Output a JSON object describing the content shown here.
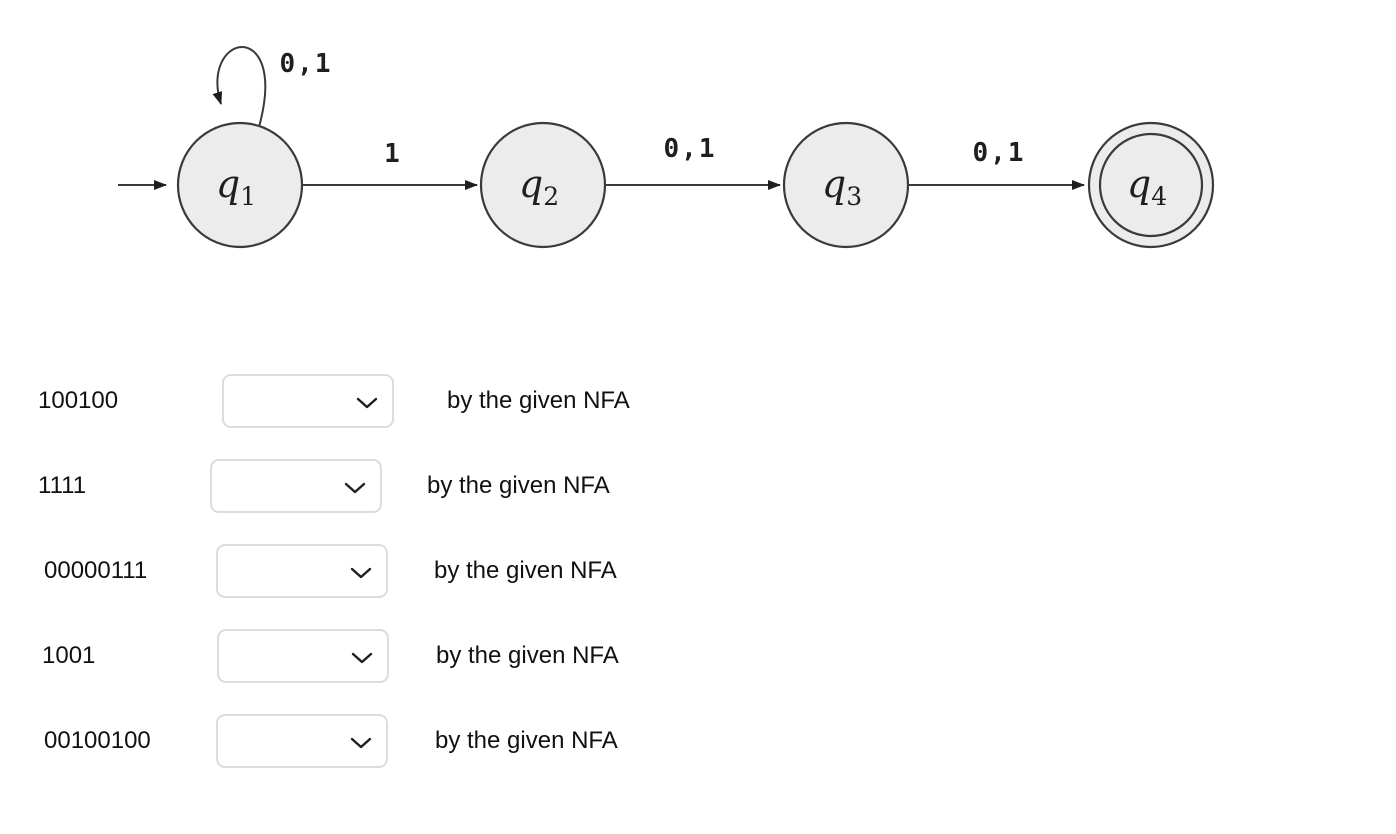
{
  "diagram": {
    "type": "nfa-state-diagram",
    "states": [
      {
        "name": "q",
        "sub": "1",
        "start": true,
        "accepting": false
      },
      {
        "name": "q",
        "sub": "2",
        "start": false,
        "accepting": false
      },
      {
        "name": "q",
        "sub": "3",
        "start": false,
        "accepting": false
      },
      {
        "name": "q",
        "sub": "4",
        "start": false,
        "accepting": true
      }
    ],
    "transitions": [
      {
        "from": "q1",
        "to": "q1",
        "label": "0,1"
      },
      {
        "from": "q1",
        "to": "q2",
        "label": "1"
      },
      {
        "from": "q2",
        "to": "q3",
        "label": "0,1"
      },
      {
        "from": "q3",
        "to": "q4",
        "label": "0,1"
      }
    ],
    "colors": {
      "state_fill": "#ececec",
      "state_stroke": "#3a3a3a",
      "edge": "#3a3a3a",
      "text": "#1f1f1f"
    }
  },
  "questions": {
    "phrase": "by the given NFA",
    "rows": [
      {
        "string": "100100",
        "selected_value": ""
      },
      {
        "string": "1111",
        "selected_value": ""
      },
      {
        "string": "00000111",
        "selected_value": ""
      },
      {
        "string": "1001",
        "selected_value": ""
      },
      {
        "string": "00100100",
        "selected_value": ""
      }
    ]
  }
}
